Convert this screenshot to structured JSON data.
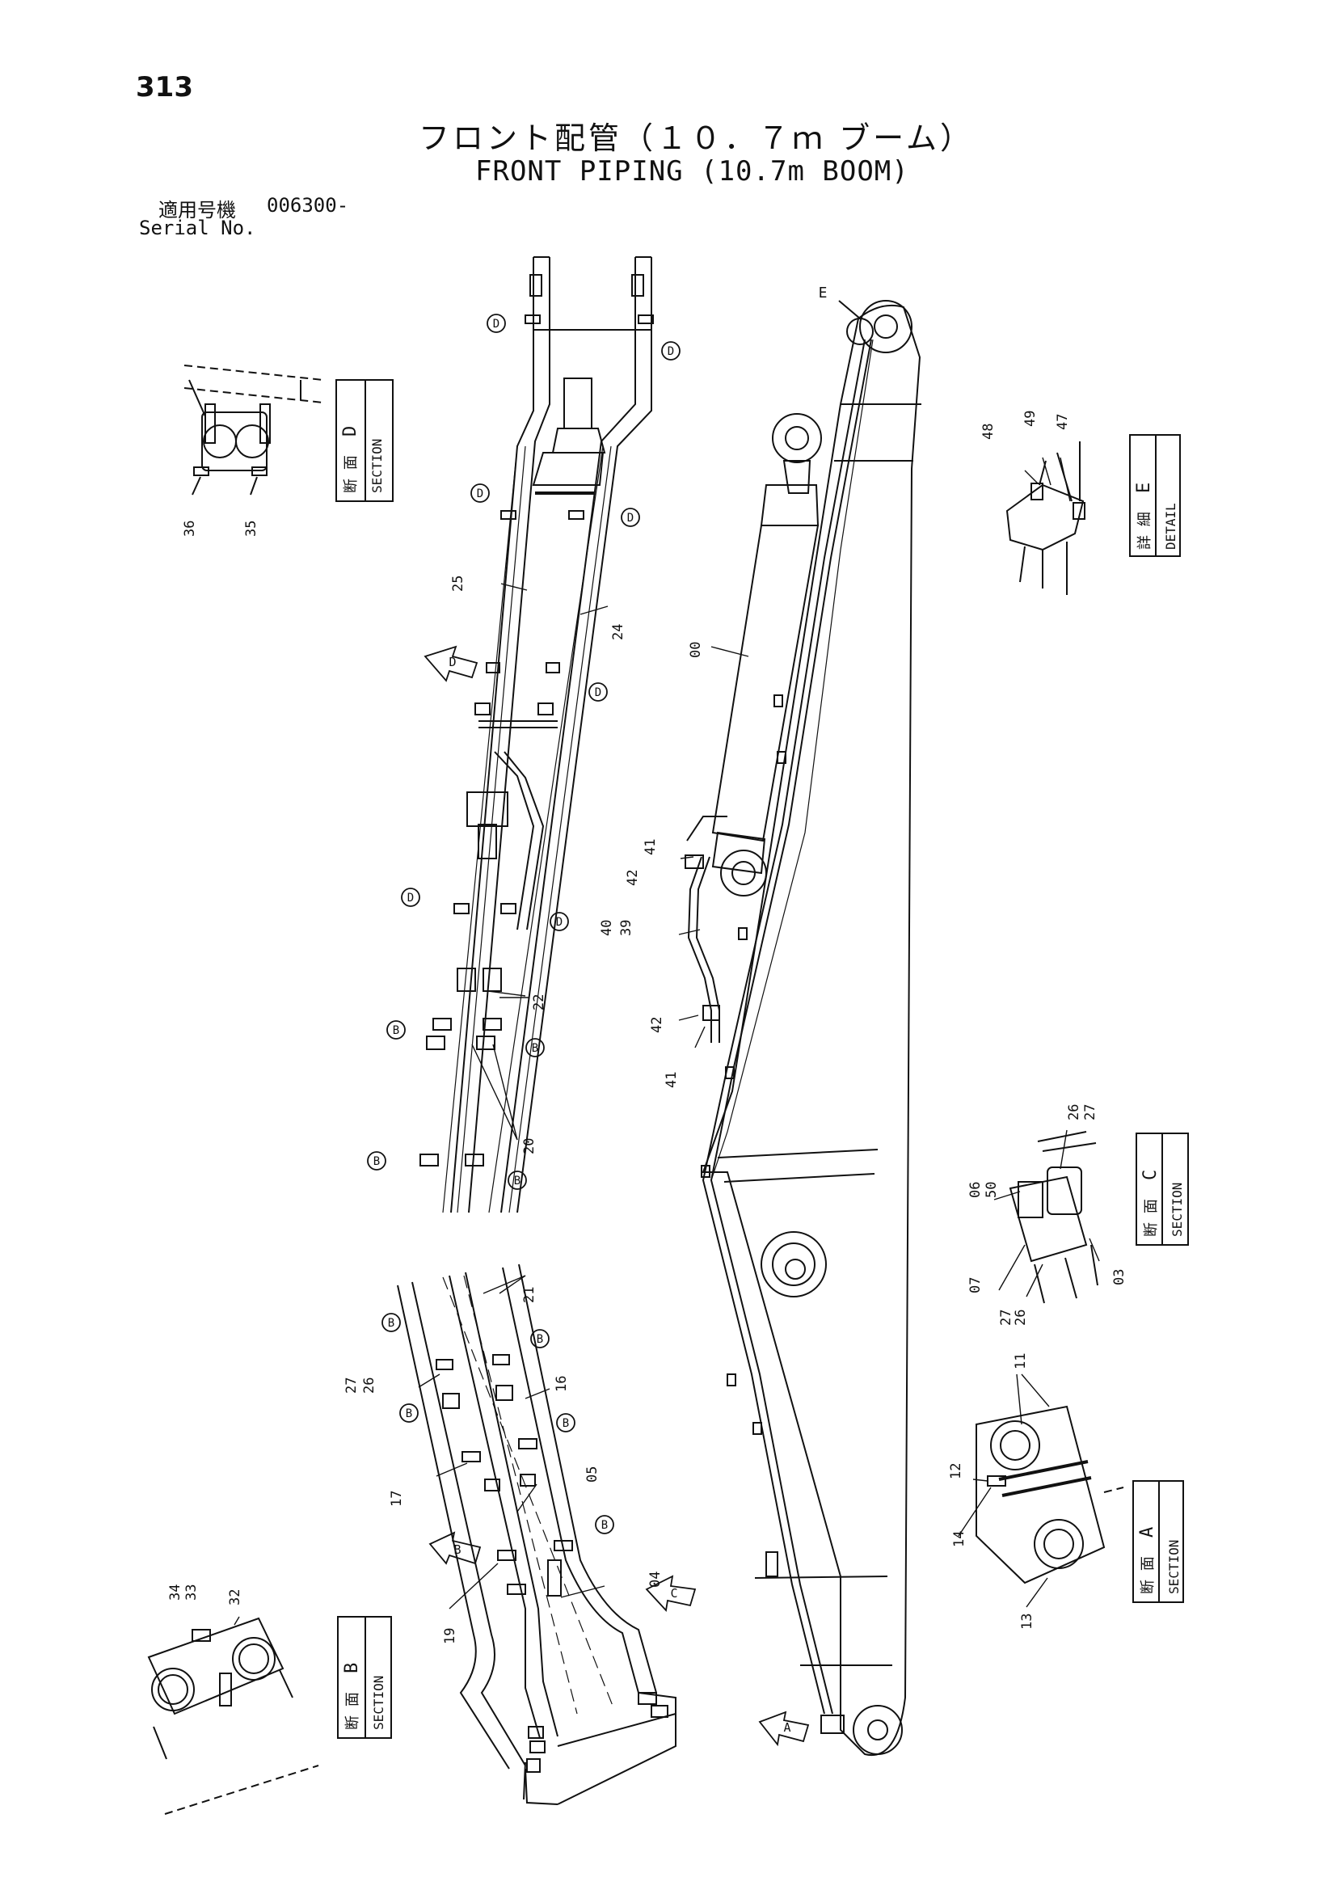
{
  "header": {
    "page_number": "313",
    "title_jp": "フロント配管（１０．７ｍ ブーム）",
    "title_en": "FRONT PIPING (10.7m BOOM)",
    "serial_label_jp": "適用号機",
    "serial_value": "006300-",
    "serial_label_en": "Serial No."
  },
  "sections": {
    "d": {
      "jp": "断 面",
      "en": "SECTION",
      "letter": "D"
    },
    "e": {
      "jp": "詳 細",
      "en": "DETAIL",
      "letter": "E"
    },
    "c": {
      "jp": "断 面",
      "en": "SECTION",
      "letter": "C"
    },
    "a": {
      "jp": "断 面",
      "en": "SECTION",
      "letter": "A"
    },
    "b": {
      "jp": "断 面",
      "en": "SECTION",
      "letter": "B"
    }
  },
  "part_numbers": {
    "p36": "36",
    "p35": "35",
    "p25": "25",
    "p24": "24",
    "p00": "00",
    "p48": "48",
    "p49": "49",
    "p47": "47",
    "p41a": "41",
    "p42a": "42",
    "p40": "40",
    "p39": "39",
    "p42b": "42",
    "p41b": "41",
    "p22": "22",
    "p20": "20",
    "p21": "21",
    "p27a": "27",
    "p26a": "26",
    "p16": "16",
    "p17": "17",
    "p05": "05",
    "p19": "19",
    "p04": "04",
    "p34": "34",
    "p33": "33",
    "p32": "32",
    "p06": "06",
    "p50": "50",
    "p26b": "26",
    "p27b": "27",
    "p07": "07",
    "p27c": "27",
    "p26c": "26",
    "p03": "03",
    "p11": "11",
    "p12": "12",
    "p14": "14",
    "p13": "13"
  },
  "callouts": {
    "d": "D",
    "b": "B",
    "c": "C",
    "a": "A",
    "e": "E"
  }
}
